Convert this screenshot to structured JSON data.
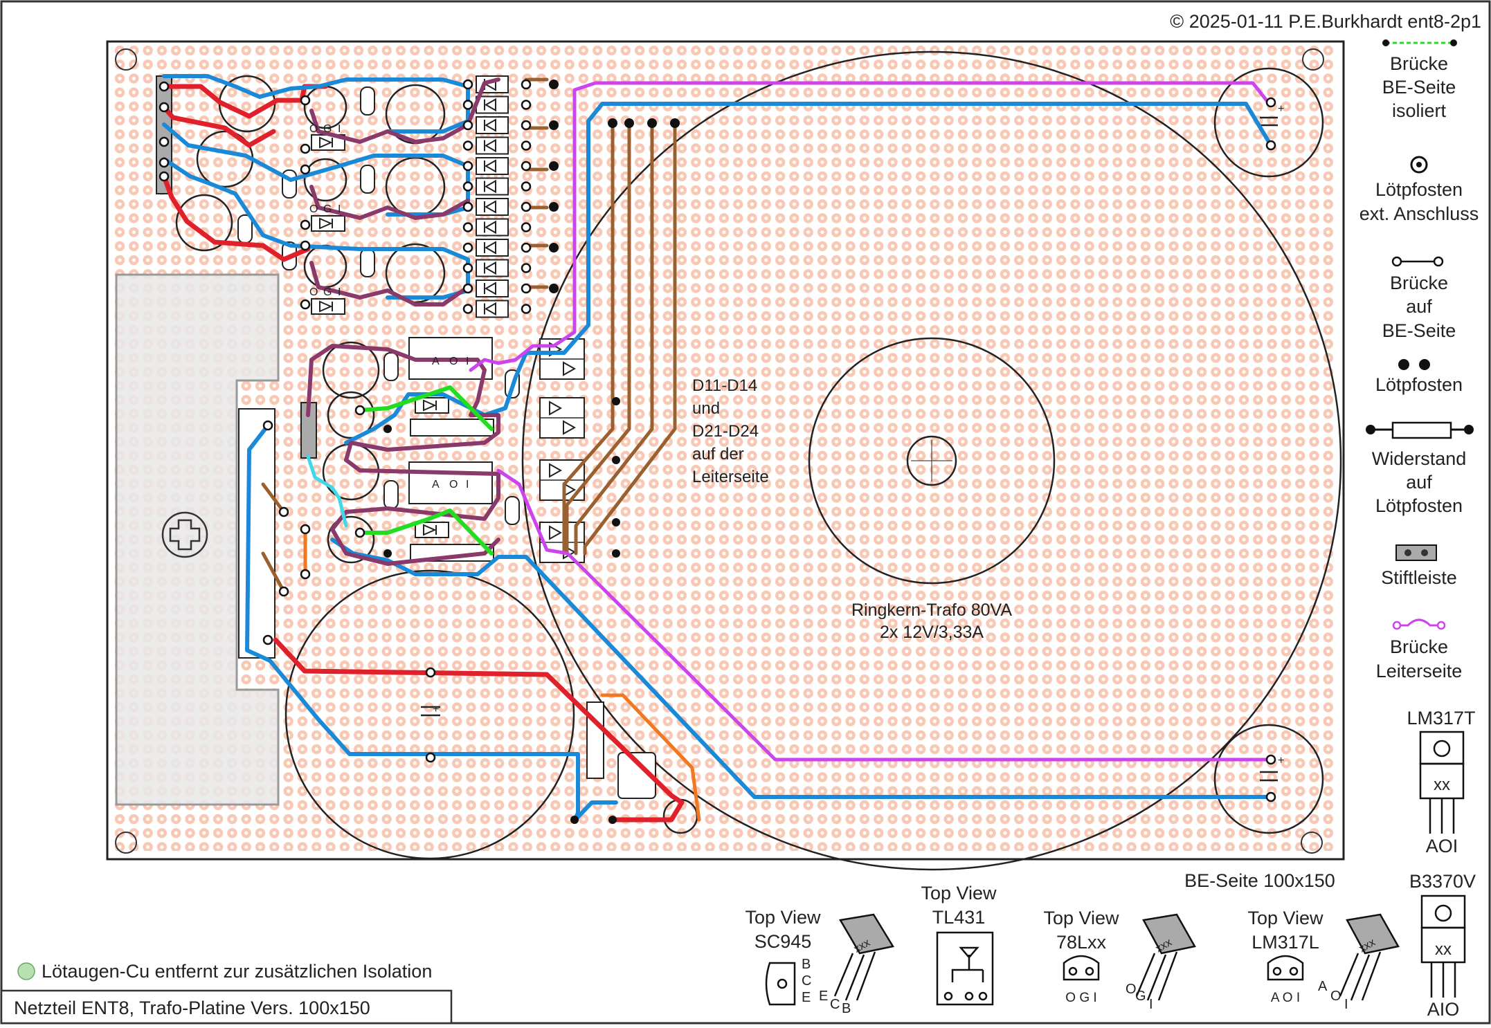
{
  "header": {
    "copyright": "© 2025-01-11 P.E.Burkhardt ent8-2p1"
  },
  "board": {
    "annotation_diodes": [
      "D11-D14",
      "und",
      "D21-D24",
      "auf der",
      "Leiterseite"
    ],
    "transformer_line1": "Ringkern-Trafo 80VA",
    "transformer_line2": "2x 12V/3,33A",
    "pin_labels": [
      "O",
      "G",
      "I"
    ],
    "reg_labels": [
      "A",
      "O",
      "I"
    ]
  },
  "legend": {
    "items": [
      {
        "id": "bruecke-be-isoliert",
        "lines": [
          "Brücke",
          "BE-Seite",
          "isoliert"
        ]
      },
      {
        "id": "loetpfosten-ext",
        "lines": [
          "Lötpfosten",
          "ext. Anschluss"
        ]
      },
      {
        "id": "bruecke-auf-be",
        "lines": [
          "Brücke",
          "auf",
          "BE-Seite"
        ]
      },
      {
        "id": "loetpfosten",
        "lines": [
          "Lötpfosten"
        ]
      },
      {
        "id": "widerstand",
        "lines": [
          "Widerstand",
          "auf",
          "Lötpfosten"
        ]
      },
      {
        "id": "stiftleiste",
        "lines": [
          "Stiftleiste"
        ]
      },
      {
        "id": "bruecke-leiterseite",
        "lines": [
          "Brücke",
          "Leiterseite"
        ]
      }
    ]
  },
  "packages": {
    "lm317t": {
      "title": "LM317T",
      "mark": "xx",
      "pins": "AOI"
    },
    "b3370v": {
      "title": "B3370V",
      "mark": "xx",
      "pins": "AIO"
    },
    "be_seite": "BE-Seite 100x150",
    "sc945": {
      "line1": "Top View",
      "line2": "SC945",
      "pins_side": [
        "B",
        "C",
        "E"
      ],
      "pins_leg": [
        "E",
        "C",
        "B"
      ],
      "mark": "xxx"
    },
    "tl431": {
      "line1": "Top View",
      "line2": "TL431"
    },
    "l78": {
      "line1": "Top View",
      "line2": "78Lxx",
      "pins": "O G I",
      "legs": [
        "O",
        "G",
        "I"
      ],
      "mark": "xxx"
    },
    "lm317l": {
      "line1": "Top View",
      "line2": "LM317L",
      "pins": "A O I",
      "legs": [
        "A",
        "O",
        "I"
      ],
      "mark": "xxx"
    }
  },
  "footer": {
    "note": "Lötaugen-Cu entfernt zur zusätzlichen Isolation",
    "title": "Netzteil ENT8, Trafo-Platine Vers. 100x150"
  },
  "colors": {
    "pad": "#f8c8b4",
    "red": "#e0202a",
    "blue": "#1a8ad8",
    "plum": "#8a3a6a",
    "brown": "#9a6030",
    "green": "#22dd22",
    "magenta": "#cc44ee",
    "orange": "#f07820",
    "cyan": "#40d8e8"
  }
}
